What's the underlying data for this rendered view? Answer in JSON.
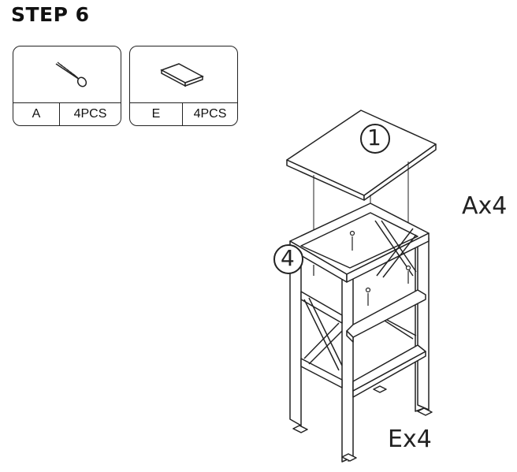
{
  "step_title": "STEP 6",
  "parts": [
    {
      "letter": "A",
      "qty": "4PCS",
      "icon": "screw-icon"
    },
    {
      "letter": "E",
      "qty": "4PCS",
      "icon": "foot-pad-icon"
    }
  ],
  "callouts": {
    "screws": "Ax4",
    "feet": "Ex4",
    "top_number": "1",
    "corner_number": "4"
  }
}
